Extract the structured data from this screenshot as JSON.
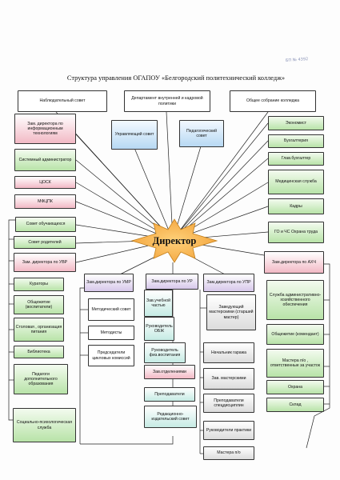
{
  "stamp": "БП № 4392",
  "title": "Структура управления ОГАПОУ «Белгородский политехнический колледж»",
  "director": "Директор",
  "top_row": {
    "supervisory": "Наблюдательный совет",
    "hr_department": "Департамент внутренней и кадровой политики",
    "general_assembly": "Общее собрание колледжа",
    "managing_council": "Управляющий совет",
    "pedagogical_council": "Педагогический совет"
  },
  "left_column": {
    "it_deputy": "Зам. директора по информационным технологиям",
    "sysadmin": "Системный администратор",
    "tsosk": "ЦОСК",
    "mftspk": "МФЦПК",
    "student_council": "Совет обучающихся",
    "parents_council": "Совет родителей",
    "uvr_deputy": "Зам. директора по УВР",
    "curators": "Кураторы",
    "dormitory": "Общежитие (воспитатели)",
    "canteen": "Столовая , организация питания",
    "library": "Библиотека",
    "extra_education": "Педагоги дополнительного образования",
    "social_service": "Социально-психологическая служба"
  },
  "right_column": {
    "economist": "Экономист",
    "accounting": "Бухгалтерия",
    "chief_accountant": "Глав.бухгалтер",
    "medical": "Медицинская служба",
    "hr": "Кадры",
    "civil_defense": "ГО и ЧС Охрана труда",
    "ahch_deputy": "Зам.директора по АХЧ",
    "admin_service": "Служба административно-хозяйственного обеспечения",
    "dormitory_commandant": "Общежитие (комендант)",
    "masters": "Мастера п/о , ответственные за участок",
    "security": "Охрана",
    "warehouse": "Склад"
  },
  "umr": {
    "deputy": "Зам.директора по УМР",
    "methodist_council": "Методический совет",
    "methodists": "Методисты",
    "commission_chairs": "Председатели цикловых комиссий"
  },
  "ur": {
    "deputy": "Зам.директора по УР",
    "study_head": "Зав.учебной частью",
    "obzh_head": "Руководитель ОБЖ",
    "pe_head": "Руководитель физ.воспитания",
    "departments_head": "Зав.отделениями",
    "teachers": "Преподаватели",
    "editorial_council": "Редакционно-издательский совет"
  },
  "upr": {
    "deputy": "Зам.директора по УПР",
    "workshops_head": "Заведующий мастерскими (старший мастер)",
    "garage_head": "Начальник гаража",
    "workshops_manager": "Зав. мастерскими",
    "special_teachers": "Преподаватели спецдисциплин",
    "practice_heads": "Руководители практики",
    "industrial_masters": "Мастера п/о"
  }
}
